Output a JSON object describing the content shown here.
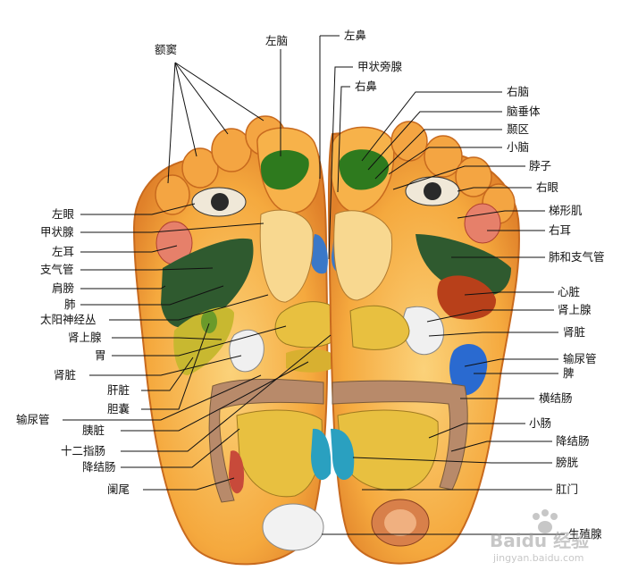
{
  "labels": {
    "sinus": "额窦",
    "left_brain": "左脑",
    "left_nose": "左鼻",
    "thyroid_parathyroid": "甲状旁腺",
    "right_nose": "右鼻",
    "right_brain": "右脑",
    "pituitary": "脑垂体",
    "temporal": "颞区",
    "cerebellum": "小脑",
    "neck": "脖子",
    "right_eye": "右眼",
    "trapezius": "梯形肌",
    "right_ear": "右耳",
    "lung_bronchus": "肺和支气管",
    "heart": "心脏",
    "adrenal_right": "肾上腺",
    "kidney_right": "肾脏",
    "ureter_right": "输尿管",
    "spleen": "脾",
    "transverse_colon": "横结肠",
    "small_intestine": "小肠",
    "descending_colon_right": "降结肠",
    "bladder": "膀胱",
    "anus": "肛门",
    "genital": "生殖腺",
    "left_eye": "左眼",
    "thyroid": "甲状腺",
    "left_ear": "左耳",
    "bronchus": "支气管",
    "shoulder": "肩膀",
    "lung": "肺",
    "solar_plexus": "太阳神经丛",
    "adrenal_left": "肾上腺",
    "stomach": "胃",
    "kidney_left": "肾脏",
    "liver": "肝脏",
    "gallbladder": "胆囊",
    "ureter_left": "输尿管",
    "pancreas": "胰脏",
    "duodenum": "十二指肠",
    "descending_colon_left": "降结肠",
    "appendix": "阑尾"
  },
  "watermark": {
    "text": "Baidu 经验",
    "url": "jingyan.baidu.com"
  },
  "colors": {
    "foot_fill": "#f7b24a",
    "foot_edge": "#c86a1e",
    "brain": "#2e7a1e",
    "lung": "#2f5a2f",
    "nose": "#3a78c8",
    "kidney": "#f0f0f0",
    "spleen": "#2a6ad0",
    "heart": "#b8401a",
    "liver": "#c8b830",
    "intestine": "#e8c040",
    "colon": "#b88a6a",
    "bladder": "#2aa0c0",
    "genital_right": "#d8804a"
  }
}
